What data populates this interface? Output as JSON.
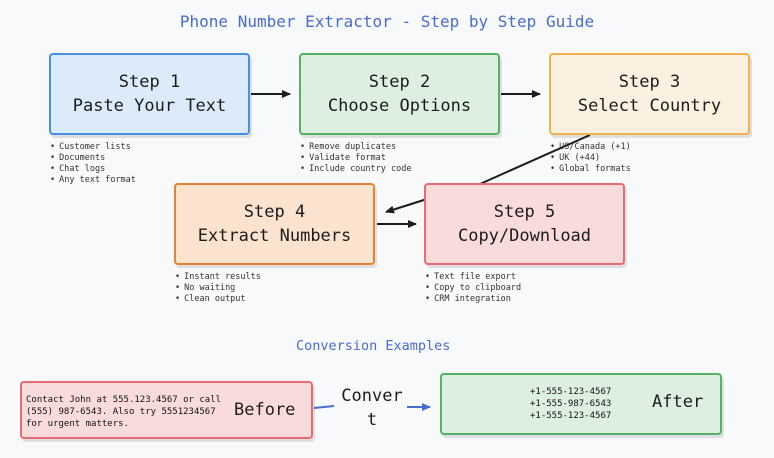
{
  "title": "Phone Number Extractor - Step by Step Guide",
  "steps": [
    {
      "line1": "Step 1",
      "line2": "Paste Your Text",
      "bullets": [
        "Customer lists",
        "Documents",
        "Chat logs",
        "Any text format"
      ],
      "color": "#4a90e2"
    },
    {
      "line1": "Step 2",
      "line2": "Choose Options",
      "bullets": [
        "Remove duplicates",
        "Validate format",
        "Include country code"
      ],
      "color": "#56b066"
    },
    {
      "line1": "Step 3",
      "line2": "Select Country",
      "bullets": [
        "US/Canada (+1)",
        "UK (+44)",
        "Global formats"
      ],
      "color": "#f0b24c"
    },
    {
      "line1": "Step 4",
      "line2": "Extract Numbers",
      "bullets": [
        "Instant results",
        "No waiting",
        "Clean output"
      ],
      "color": "#e58330"
    },
    {
      "line1": "Step 5",
      "line2": "Copy/Download",
      "bullets": [
        "Text file export",
        "Copy to clipboard",
        "CRM integration"
      ],
      "color": "#e86a72"
    }
  ],
  "examples": {
    "heading": "Conversion Examples",
    "before_text": "Contact John at 555.123.4567 or call (555) 987-6543. Also try 5551234567 for urgent matters.",
    "before_label": "Before",
    "convert_line1": "Conver",
    "convert_line2": "t",
    "after_numbers": [
      "+1-555-123-4567",
      "+1-555-987-6543",
      "+1-555-123-4567"
    ],
    "after_label": "After"
  }
}
